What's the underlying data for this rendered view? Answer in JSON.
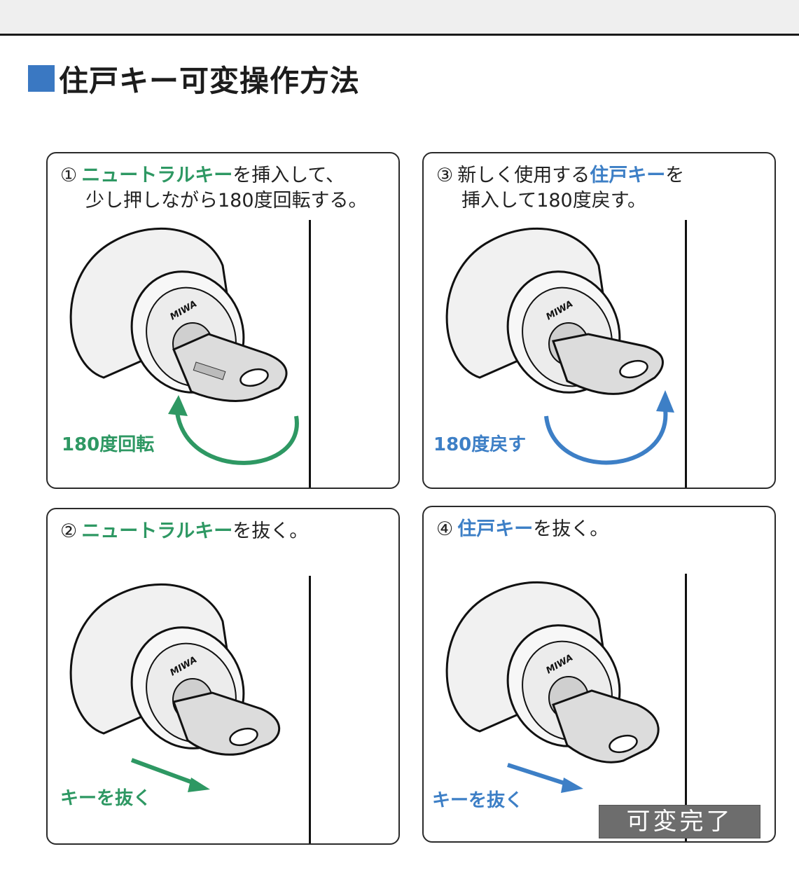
{
  "page": {
    "title": "住戸キー可変操作方法"
  },
  "colors": {
    "accent_blue": "#3d7fc6",
    "accent_green": "#2e9863",
    "title_square": "#3a78c2",
    "done_badge": "#6d6d6d"
  },
  "brand": "MIWA",
  "steps": [
    {
      "number": "①",
      "key_name": "ニュートラルキー",
      "line1_rest": "を挿入して、",
      "line2": "少し押しながら180度回転する。",
      "arrow_label": "180度回転"
    },
    {
      "number": "②",
      "key_name": "ニュートラルキー",
      "line1_rest": "を抜く。",
      "arrow_label": "キーを抜く"
    },
    {
      "number": "③",
      "line1_pre": "新しく使用する",
      "key_name": "住戸キー",
      "line1_rest": "を",
      "line2": "挿入して180度戻す。",
      "arrow_label": "180度戻す"
    },
    {
      "number": "④",
      "key_name": "住戸キー",
      "line1_rest": "を抜く。",
      "arrow_label": "キーを抜く",
      "done_label": "可変完了"
    }
  ]
}
